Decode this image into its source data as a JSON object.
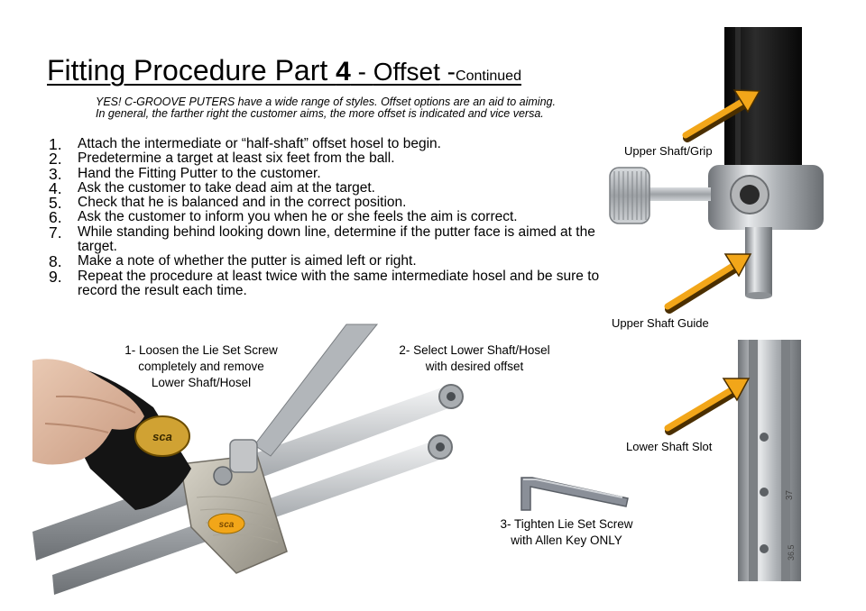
{
  "title": {
    "main": "Fitting Procedure Part ",
    "number": "4",
    "sep1": " - ",
    "offset": "Offset",
    "sep2": " -",
    "continued": "Continued"
  },
  "intro": {
    "line1": "YES! C-GROOVE PUTERS have a wide range of styles. Offset options are an aid to aiming.",
    "line2": "In general, the farther right the customer aims, the more offset is indicated and vice versa."
  },
  "steps": [
    {
      "num": "1.",
      "text": "Attach the intermediate or “half-shaft” offset hosel to begin."
    },
    {
      "num": "2.",
      "text": "Predetermine a target at least six feet from the ball."
    },
    {
      "num": "3.",
      "text": "Hand the Fitting Putter to the customer."
    },
    {
      "num": "4.",
      "text": "Ask the customer to take dead aim at the target."
    },
    {
      "num": "5.",
      "text": "Check that he is balanced and in the correct position."
    },
    {
      "num": "6.",
      "text": "Ask the customer to inform you when he or she feels the aim is correct."
    },
    {
      "num": "7.",
      "text": "While standing behind looking down line, determine if the putter face is aimed at the target."
    },
    {
      "num": "8.",
      "text": "Make a note of whether the putter is aimed left or right."
    },
    {
      "num": "9.",
      "text": "Repeat the procedure at least twice with the same intermediate hosel and be sure to record the result each time."
    }
  ],
  "captions": {
    "step1_line1": "1- Loosen the Lie Set Screw",
    "step1_line2": "completely and remove",
    "step1_line3": "Lower Shaft/Hosel",
    "step2_line1": "2- Select Lower Shaft/Hosel",
    "step2_line2": "with desired offset",
    "step3_line1": "3- Tighten Lie Set Screw",
    "step3_line2": "with Allen Key ONLY"
  },
  "labels": {
    "upper_grip": "Upper Shaft/Grip",
    "upper_guide": "Upper Shaft Guide",
    "lower_slot": "Lower Shaft Slot"
  },
  "photo_text": {
    "scale_a": "37",
    "scale_b": "36.5",
    "brand_mark": "sca",
    "putter_mark": "sca"
  },
  "colors": {
    "arrow": "#f2a619",
    "steel": "#b8bcc0",
    "grip": "#141414"
  }
}
